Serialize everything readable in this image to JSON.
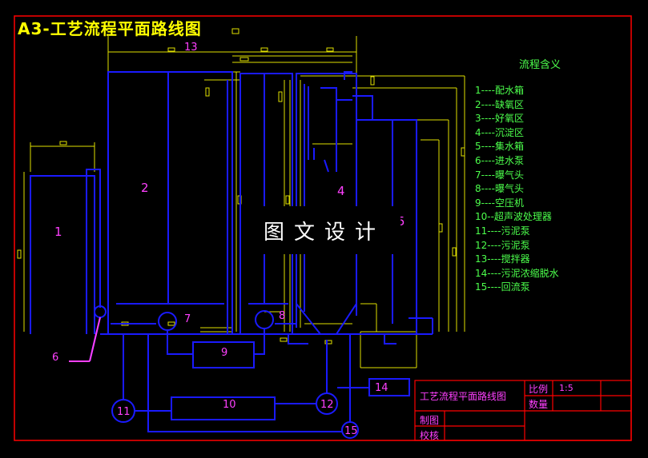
{
  "title": "A3-工艺流程平面路线图",
  "watermark": "图文设计",
  "legend": {
    "heading": "流程含义",
    "items": [
      "1----配水箱",
      "2----缺氧区",
      "3----好氧区",
      "4----沉淀区",
      "5----集水箱",
      "6----进水泵",
      "7----曝气头",
      "8----曝气头",
      "9----空压机",
      "10--超声波处理器",
      "11----污泥泵",
      "12----污泥泵",
      "13----搅拌器",
      "14----污泥浓缩脱水",
      "15----回流泵"
    ]
  },
  "labels": {
    "tank1": "1",
    "tank2": "2",
    "tank4": "4",
    "tank5": "5",
    "pump6": "6",
    "aer7": "7",
    "aer8": "8",
    "comp9": "9",
    "ultra10": "10",
    "pump11": "11",
    "pump12": "12",
    "mixer13": "13",
    "sludge14": "14",
    "pump15": "15"
  },
  "title_block": {
    "drawing_name": "工艺流程平面路线图",
    "scale_label": "比例",
    "scale_value": "1:5",
    "quantity_label": "数量",
    "drawn_label": "制图",
    "checked_label": "校核"
  },
  "colors": {
    "frame": "#ff0000",
    "pipe": "#1a1aff",
    "dimension": "#e0e000",
    "label": "#ff40ff",
    "legend": "#4cff4c",
    "title": "#ffff00"
  }
}
